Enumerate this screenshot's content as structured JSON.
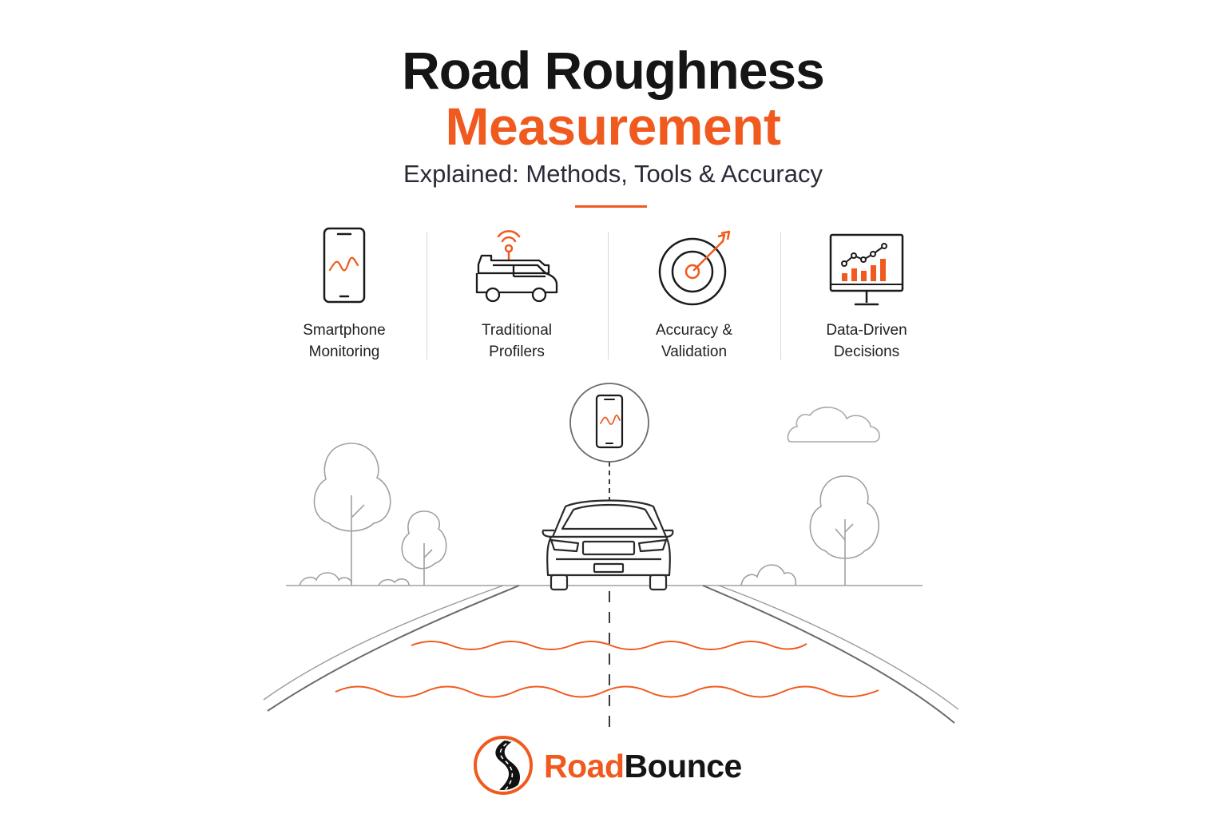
{
  "header": {
    "title_line1": "Road Roughness",
    "title_line2": "Measurement",
    "subtitle": "Explained: Methods, Tools & Accuracy"
  },
  "features": [
    {
      "line1": "Smartphone",
      "line2": "Monitoring",
      "icon": "smartphone-icon"
    },
    {
      "line1": "Traditional",
      "line2": "Profilers",
      "icon": "profiler-van-icon"
    },
    {
      "line1": "Accuracy &",
      "line2": "Validation",
      "icon": "target-icon"
    },
    {
      "line1": "Data-Driven",
      "line2": "Decisions",
      "icon": "chart-monitor-icon"
    }
  ],
  "brand": {
    "name_part1": "Road",
    "name_part2": "Bounce"
  },
  "colors": {
    "accent": "#f05a1e",
    "text": "#151515",
    "line": "#9a9a9a"
  }
}
